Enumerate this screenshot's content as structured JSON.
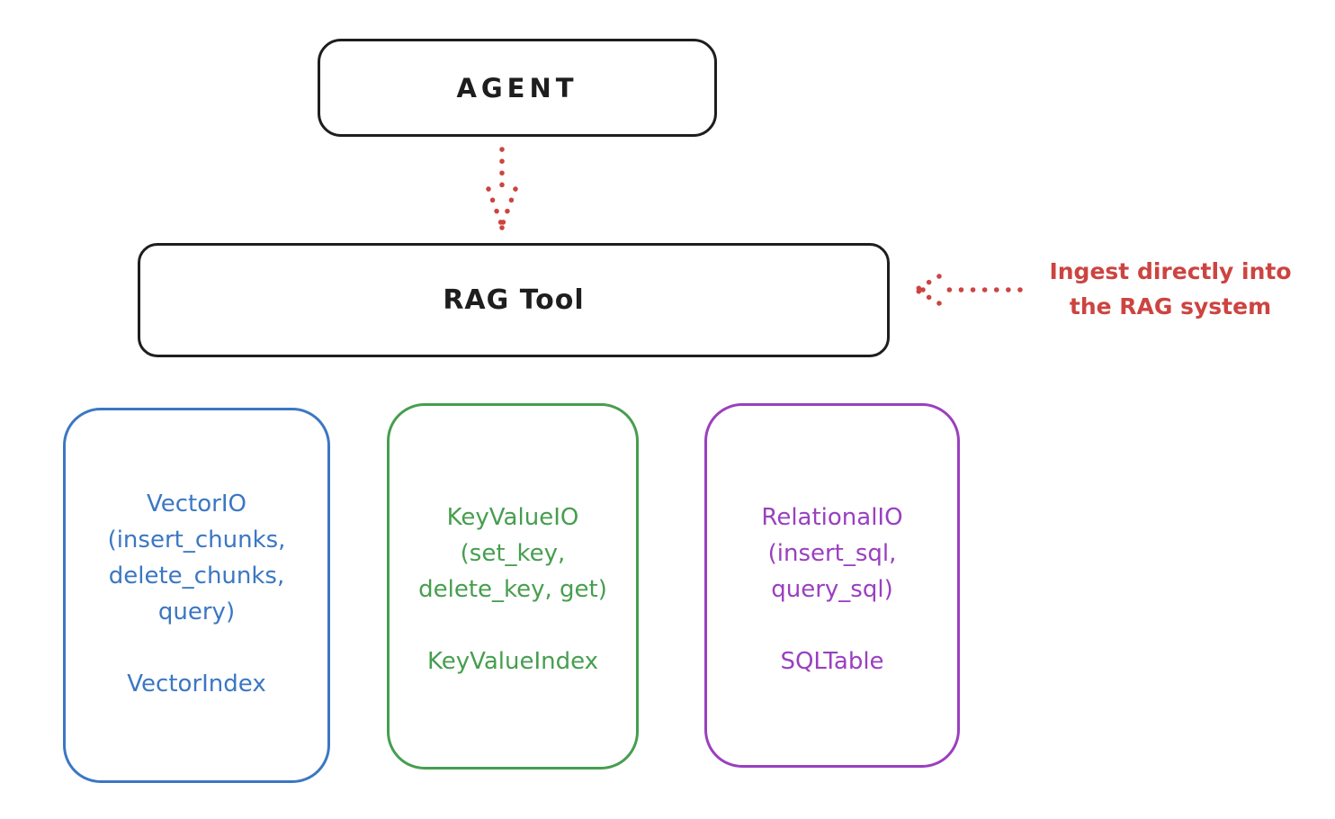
{
  "nodes": {
    "agent": {
      "label": "AGENT"
    },
    "rag_tool": {
      "label": "RAG Tool"
    }
  },
  "annotation": {
    "line1": "Ingest directly into",
    "line2": "the RAG system",
    "color": "#cc4440"
  },
  "arrows": {
    "agent_to_rag": "dotted-down-arrow",
    "ingest": "dotted-left-arrow",
    "color": "#cc4440"
  },
  "backends": [
    {
      "name": "VectorIO",
      "color": "#3b77c3",
      "lines": [
        "VectorIO",
        "(insert_chunks,",
        "delete_chunks,",
        "query)",
        "",
        "VectorIndex"
      ]
    },
    {
      "name": "KeyValueIO",
      "color": "#469e4e",
      "lines": [
        "KeyValueIO",
        "(set_key,",
        "delete_key, get)",
        "",
        "KeyValueIndex"
      ]
    },
    {
      "name": "RelationalIO",
      "color": "#9a3fc0",
      "lines": [
        "RelationalIO",
        "(insert_sql,",
        "query_sql)",
        "",
        "SQLTable"
      ]
    }
  ],
  "colors": {
    "stroke": "#1e1e1e",
    "background": "#ffffff"
  }
}
